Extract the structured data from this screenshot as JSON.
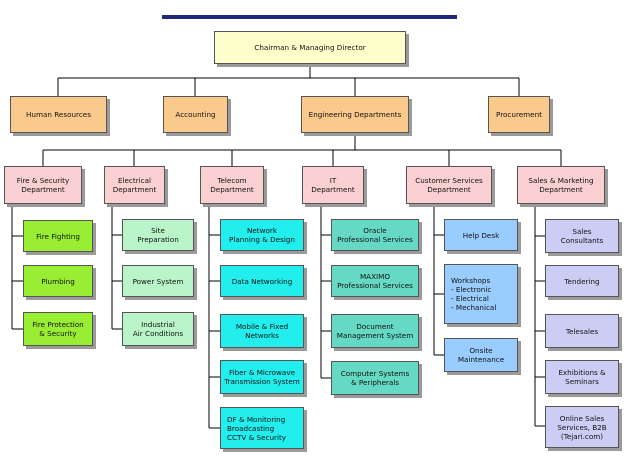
{
  "colors": {
    "chairman": "#ffffcc",
    "level1": "#fac98c",
    "dept": "#fad0d3",
    "fire": "#99ee33",
    "electrical": "#b9f5c8",
    "telecom": "#22eeee",
    "it": "#66d9c4",
    "customer": "#99ccff",
    "sales": "#cccdf5",
    "line": "#000000",
    "topbar": "#1f2a78"
  },
  "chairman": "Chairman & Managing Director",
  "level1": [
    "Human Resources",
    "Accounting",
    "Engineering Departments",
    "Procurement"
  ],
  "departments": [
    {
      "name": "Fire & Security\nDepartment",
      "subs": [
        "Fire Fighting",
        "Plumbing",
        "Fire Protection\n& Security"
      ]
    },
    {
      "name": "Electrical\nDepartment",
      "subs": [
        "Site\nPreparation",
        "Power System",
        "Industrial\nAir Conditions"
      ]
    },
    {
      "name": "Telecom\nDepartment",
      "subs": [
        "Network\nPlanning & Design",
        "Data Networking",
        "Mobile & Fixed\nNetworks",
        "Fiber & Microwave\nTransmission System",
        "DF & Monitoring\nBroadcasting\nCCTV & Security"
      ]
    },
    {
      "name": "IT\nDepartment",
      "subs": [
        "Oracle\nProfessional Services",
        "MAXIMO\nProfessional Services",
        "Document\nManagement System",
        "Computer Systems\n& Peripherals"
      ]
    },
    {
      "name": "Customer Services\nDepartment",
      "subs": [
        "Help Desk",
        "Workshops\n- Electronic\n- Electrical\n- Mechanical",
        "Onsite\nMaintenance"
      ]
    },
    {
      "name": "Sales & Marketing\nDepartment",
      "subs": [
        "Sales\nConsultants",
        "Tendering",
        "Telesales",
        "Exhibitions &\nSeminars",
        "Online Sales\nServices, B2B\n(Tejari.com)"
      ]
    }
  ]
}
